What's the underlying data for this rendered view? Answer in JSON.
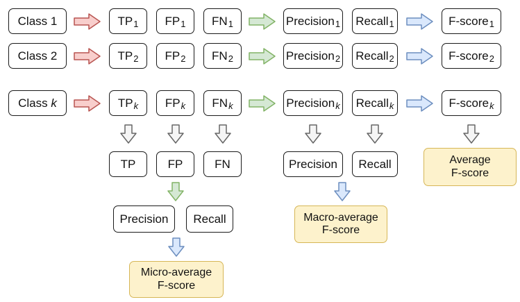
{
  "rows": [
    {
      "class_label": "Class",
      "class_index": "1",
      "tp": "TP",
      "fp": "FP",
      "fn": "FN",
      "precision": "Precision",
      "recall": "Recall",
      "fscore": "F-score",
      "sub": "1"
    },
    {
      "class_label": "Class",
      "class_index": "2",
      "tp": "TP",
      "fp": "FP",
      "fn": "FN",
      "precision": "Precision",
      "recall": "Recall",
      "fscore": "F-score",
      "sub": "2"
    },
    {
      "class_label": "Class",
      "class_index": "k",
      "tp": "TP",
      "fp": "FP",
      "fn": "FN",
      "precision": "Precision",
      "recall": "Recall",
      "fscore": "F-score",
      "sub": "k"
    }
  ],
  "micro": {
    "tp": "TP",
    "fp": "FP",
    "fn": "FN",
    "precision": "Precision",
    "recall": "Recall",
    "result_line1": "Micro-average",
    "result_line2": "F-score"
  },
  "macro": {
    "precision": "Precision",
    "recall": "Recall",
    "result_line1": "Macro-average",
    "result_line2": "F-score"
  },
  "average": {
    "result_line1": "Average",
    "result_line2": "F-score"
  },
  "colors": {
    "arrow_red_fill": "#f8cecc",
    "arrow_red_stroke": "#b85450",
    "arrow_green_fill": "#d5e8d4",
    "arrow_green_stroke": "#82b366",
    "arrow_blue_fill": "#dae8fc",
    "arrow_blue_stroke": "#6c8ebf",
    "arrow_gray_fill": "#f5f5f5",
    "arrow_gray_stroke": "#666666",
    "result_fill": "#fdf2cc",
    "result_stroke": "#d6b656"
  }
}
